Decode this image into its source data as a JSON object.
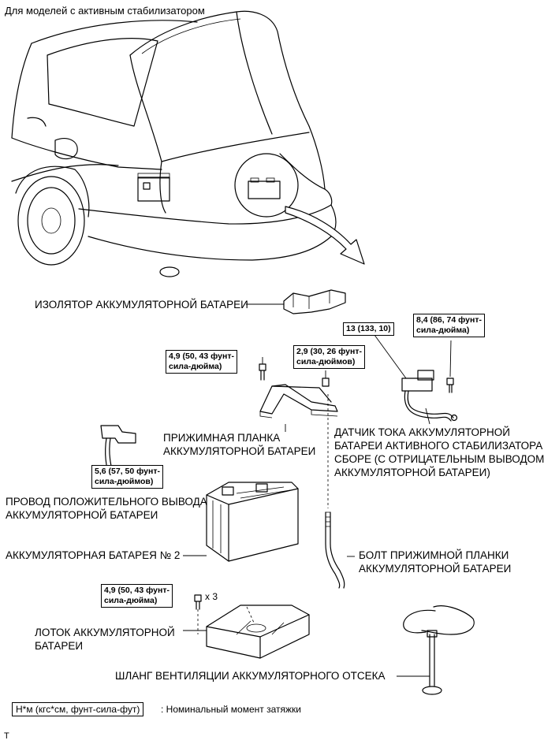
{
  "header": "Для моделей с активным стабилизатором",
  "labels": {
    "insulator": "ИЗОЛЯТОР АККУМУЛЯТОРНОЙ БАТАРЕИ",
    "clamp_1": "ПРИЖИМНАЯ ПЛАНКА",
    "clamp_2": "АККУМУЛЯТОРНОЙ БАТАРЕИ",
    "sensor_1": "ДАТЧИК ТОКА АККУМУЛЯТОРНОЙ",
    "sensor_2": "БАТАРЕИ АКТИВНОГО СТАБИЛИЗАТОРА В",
    "sensor_3": "СБОРЕ (С ОТРИЦАТЕЛЬНЫМ ВЫВОДОМ",
    "sensor_4": "АККУМУЛЯТОРНОЙ БАТАРЕИ)",
    "pos_cable_1": "ПРОВОД ПОЛОЖИТЕЛЬНОГО ВЫВОДА",
    "pos_cable_2": "АККУМУЛЯТОРНОЙ БАТАРЕИ",
    "battery": "АККУМУЛЯТОРНАЯ БАТАРЕЯ № 2",
    "clamp_bolt_1": "БОЛТ ПРИЖИМНОЙ ПЛАНКИ",
    "clamp_bolt_2": "АККУМУЛЯТОРНОЙ БАТАРЕИ",
    "tray_1": "ЛОТОК АККУМУЛЯТОРНОЙ",
    "tray_2": "БАТАРЕИ",
    "vent_hose": "ШЛАНГ ВЕНТИЛЯЦИИ АККУМУЛЯТОРНОГО ОТСЕКА"
  },
  "torques": {
    "sensor_nut": "13 (133, 10)",
    "sensor_bolt_1": "8,4 (86, 74 фунт-",
    "sensor_bolt_2": "сила-дюйма)",
    "clamp_bolt_left_1": "4,9 (50, 43 фунт-",
    "clamp_bolt_left_2": "сила-дюйма)",
    "clamp_nut_1": "2,9 (30, 26 фунт-",
    "clamp_nut_2": "сила-дюймов)",
    "pos_terminal_1": "5,6 (57, 50 фунт-",
    "pos_terminal_2": "сила-дюймов)",
    "tray_bolts_1": "4,9 (50, 43 фунт-",
    "tray_bolts_2": "сила-дюйма)",
    "tray_bolts_qty": "x 3"
  },
  "legend": {
    "unit": "Н*м (кгс*см, фунт-сила-фут)",
    "description": ": Номинальный момент затяжки"
  },
  "footer_mark": "T"
}
